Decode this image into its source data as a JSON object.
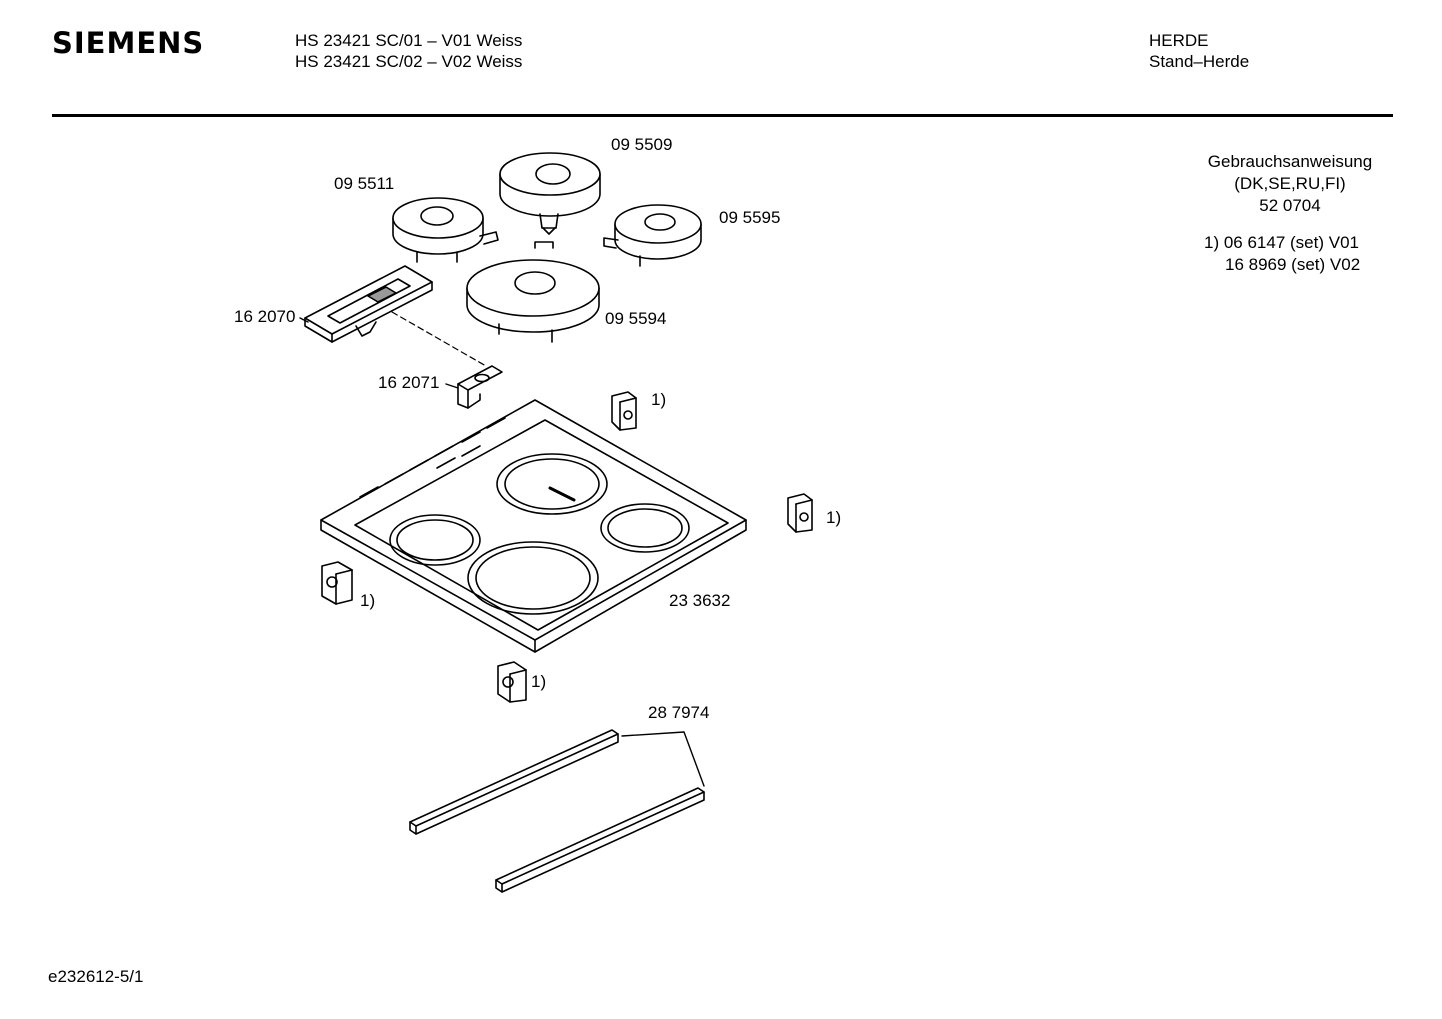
{
  "header": {
    "brand": "SIEMENS",
    "model_line_1": "HS 23421 SC/01 – V01 Weiss",
    "model_line_2": "HS 23421 SC/02 – V02 Weiss",
    "category": "HERDE",
    "subcategory": "Stand–Herde"
  },
  "notes": {
    "manual_title": "Gebrauchsanweisung",
    "manual_languages": "(DK,SE,RU,FI)",
    "manual_number": "52 0704",
    "set_v01": "1) 06 6147 (set) V01",
    "set_v02": "16 8969 (set) V02"
  },
  "parts": {
    "hotplate_top_center": "09 5509",
    "hotplate_top_left": "09 5511",
    "hotplate_right": "09 5595",
    "hotplate_large_front": "09 5594",
    "control_panel_strip": "16 2070",
    "indicator_holder": "16 2071",
    "cooktop_tray": "23 3632",
    "rail_pair": "28 7974",
    "clip_top": "1)",
    "clip_right": "1)",
    "clip_left": "1)",
    "clip_bottom": "1)"
  },
  "footer": {
    "drawing_id": "e232612-5/1"
  }
}
